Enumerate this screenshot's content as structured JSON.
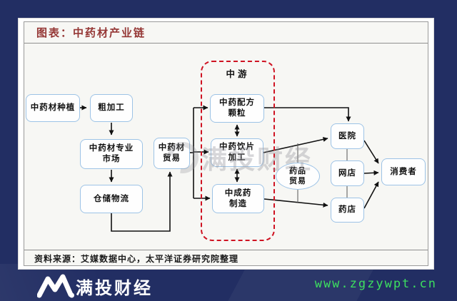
{
  "card": {
    "title": "图表：中药材产业链",
    "source": "资料来源：艾媒数据中心，太平洋证券研究院整理"
  },
  "diagram": {
    "midstream_label": "中游",
    "nodes": {
      "planting": {
        "label": "中药材种植"
      },
      "rough_processing": {
        "label": "粗加工"
      },
      "market": {
        "label": "中药材专业\n市场"
      },
      "logistics": {
        "label": "仓储物流"
      },
      "trading": {
        "label": "中药材\n贸易"
      },
      "granules": {
        "label": "中药配方\n颗粒"
      },
      "pieces": {
        "label": "中药饮片\n加工"
      },
      "patent_medicine": {
        "label": "中成药\n制造"
      },
      "drug_trade": {
        "label": "药品\n贸易"
      },
      "hospital": {
        "label": "医院"
      },
      "online_store": {
        "label": "网店"
      },
      "pharmacy": {
        "label": "药店"
      },
      "consumer": {
        "label": "消费者"
      }
    }
  },
  "watermark": {
    "text": "满投财经"
  },
  "footer": {
    "brand": "满投财经",
    "url": "www.zgzywpt.cn"
  },
  "colors": {
    "background_navy": "#222e63",
    "title_red": "#953735",
    "dashed_red": "#cf1322",
    "node_border_blue": "#9dc3e6",
    "url_green": "#3ddf5f"
  }
}
